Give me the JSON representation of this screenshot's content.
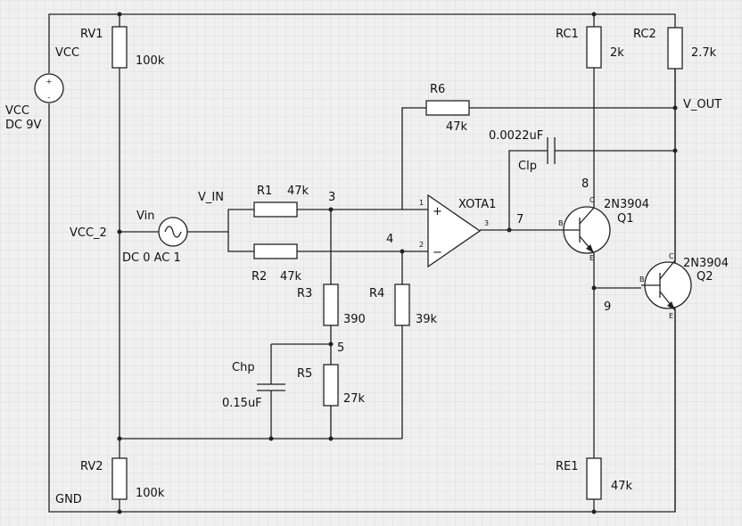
{
  "colors": {
    "background": "#f0f0f0",
    "grid": "#dcdcdc",
    "wire": "#222222"
  },
  "components": {
    "vcc_source": {
      "name": "VCC",
      "node": "VCC",
      "value": "DC 9V"
    },
    "rv1": {
      "name": "RV1",
      "value": "100k"
    },
    "rv2": {
      "name": "RV2",
      "value": "100k"
    },
    "vin": {
      "name": "Vin",
      "value": "DC 0 AC 1"
    },
    "r1": {
      "name": "R1",
      "value": "47k"
    },
    "r2": {
      "name": "R2",
      "value": "47k"
    },
    "r3": {
      "name": "R3",
      "value": "390"
    },
    "r4": {
      "name": "R4",
      "value": "39k"
    },
    "r5": {
      "name": "R5",
      "value": "27k"
    },
    "r6": {
      "name": "R6",
      "value": "47k"
    },
    "chp": {
      "name": "Chp",
      "value": "0.15uF"
    },
    "clp": {
      "name": "Clp",
      "value": "0.0022uF"
    },
    "rc1": {
      "name": "RC1",
      "value": "2k"
    },
    "rc2": {
      "name": "RC2",
      "value": "2.7k"
    },
    "re1": {
      "name": "RE1",
      "value": "47k"
    },
    "q1": {
      "name": "Q1",
      "model": "2N3904"
    },
    "q2": {
      "name": "Q2",
      "model": "2N3904"
    },
    "xota1": {
      "name": "XOTA1",
      "pin_plus": "1",
      "pin_minus": "2",
      "pin_out": "3"
    }
  },
  "nodes": {
    "vcc": "VCC",
    "vcc_2": "VCC_2",
    "v_in": "V_IN",
    "v_out": "V_OUT",
    "gnd": "GND",
    "n3": "3",
    "n4": "4",
    "n5": "5",
    "n7": "7",
    "n8": "8",
    "n9": "9"
  },
  "glyphs": {
    "plus": "+",
    "minus": "−",
    "src_plus": "+",
    "src_minus": "-",
    "b": "B",
    "c": "C",
    "e": "E"
  }
}
